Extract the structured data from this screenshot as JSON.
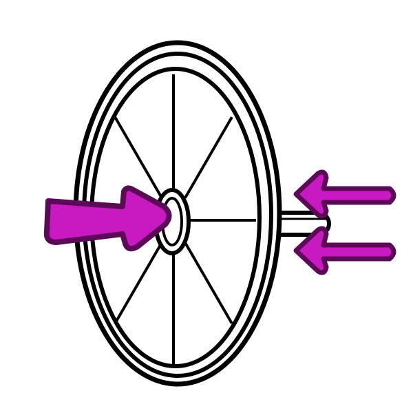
{
  "illustration": {
    "subject": "wheel-and-axle-icon",
    "colors": {
      "outline": "#000000",
      "fill": "#ffffff",
      "arrow_fill": "#c81ac0",
      "arrow_stroke": "#5c0a58"
    },
    "wheel": {
      "spoke_count": 8
    },
    "arrows": [
      {
        "id": "big-push-arrow",
        "direction": "right"
      },
      {
        "id": "small-arrow-top",
        "direction": "left"
      },
      {
        "id": "small-arrow-bottom",
        "direction": "left"
      }
    ]
  }
}
